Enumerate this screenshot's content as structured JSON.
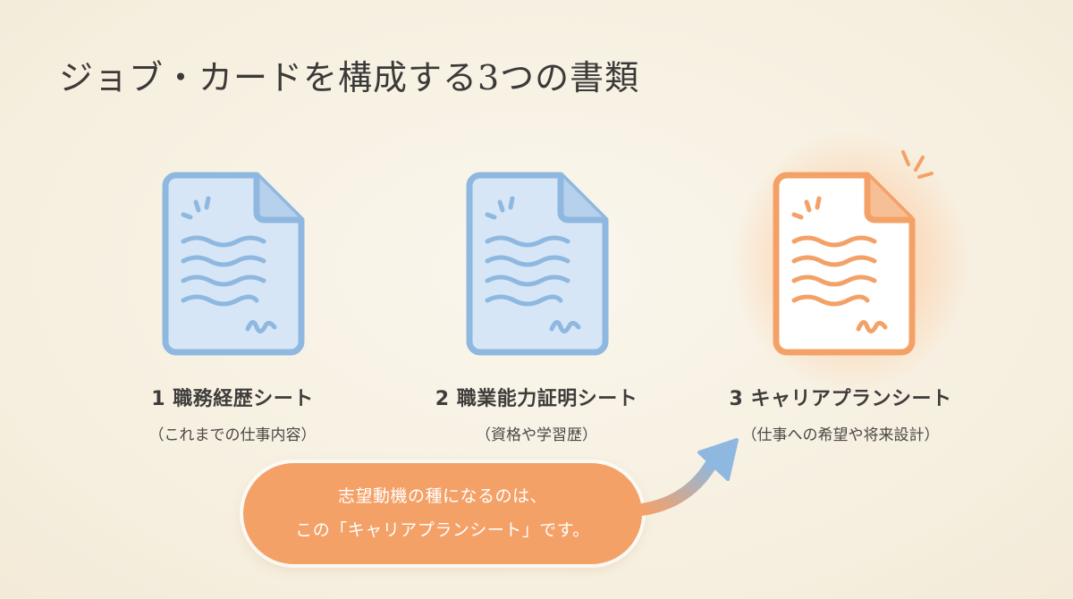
{
  "title": "ジョブ・カードを構成する3つの書類",
  "documents": [
    {
      "number": "1",
      "name": "職務経歴シート",
      "sub": "（これまでの仕事内容）",
      "icon": "document-icon",
      "color": "#8fb8e0"
    },
    {
      "number": "2",
      "name": "職業能力証明シート",
      "sub": "（資格や学習歴）",
      "icon": "document-icon",
      "color": "#8fb8e0"
    },
    {
      "number": "3",
      "name": "キャリアプランシート",
      "sub": "（仕事への希望や将来設計）",
      "icon": "document-icon",
      "color": "#f4a168",
      "highlighted": true
    }
  ],
  "callout": {
    "line1": "志望動機の種になるのは、",
    "line2": "この「キャリアプランシート」です。",
    "icon": "arrow-up-right-icon"
  },
  "colors": {
    "blue": "#8fb8e0",
    "orange": "#f4a168",
    "background": "#f8f2e4"
  }
}
